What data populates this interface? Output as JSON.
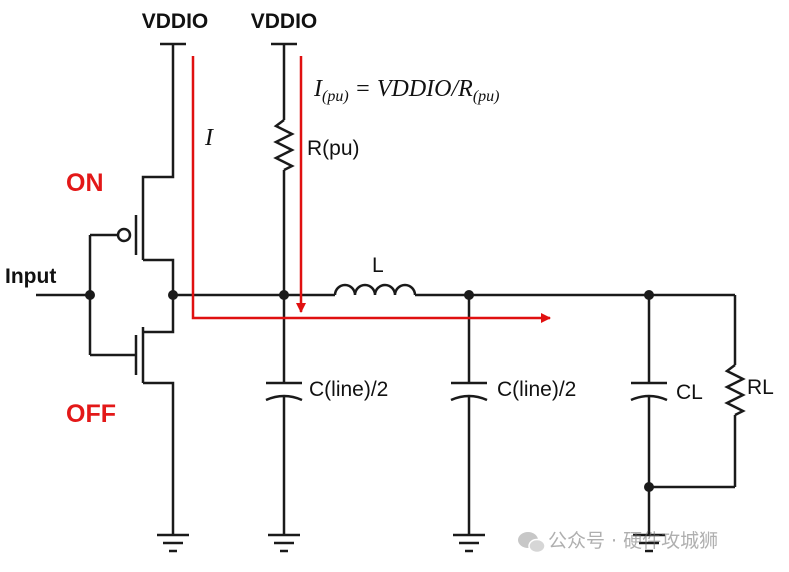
{
  "labels": {
    "vddio_left": "VDDIO",
    "vddio_right": "VDDIO",
    "input": "Input",
    "on": "ON",
    "off": "OFF",
    "current": "I",
    "pullup_resistor": "R(pu)",
    "inductor": "L",
    "cap_line_1": "C(line)/2",
    "cap_line_2": "C(line)/2",
    "cap_load": "CL",
    "resistor_load": "RL"
  },
  "equation": {
    "lhs": "I",
    "lhs_sub": "(pu)",
    "eq": " = VDDIO/R",
    "rhs_sub": "(pu)"
  },
  "watermark": {
    "text": "公众号 · 硬件攻城狮"
  },
  "colors": {
    "wire": "#1a1a1a",
    "current_arrow": "#e01010",
    "state_label": "#e31818"
  }
}
